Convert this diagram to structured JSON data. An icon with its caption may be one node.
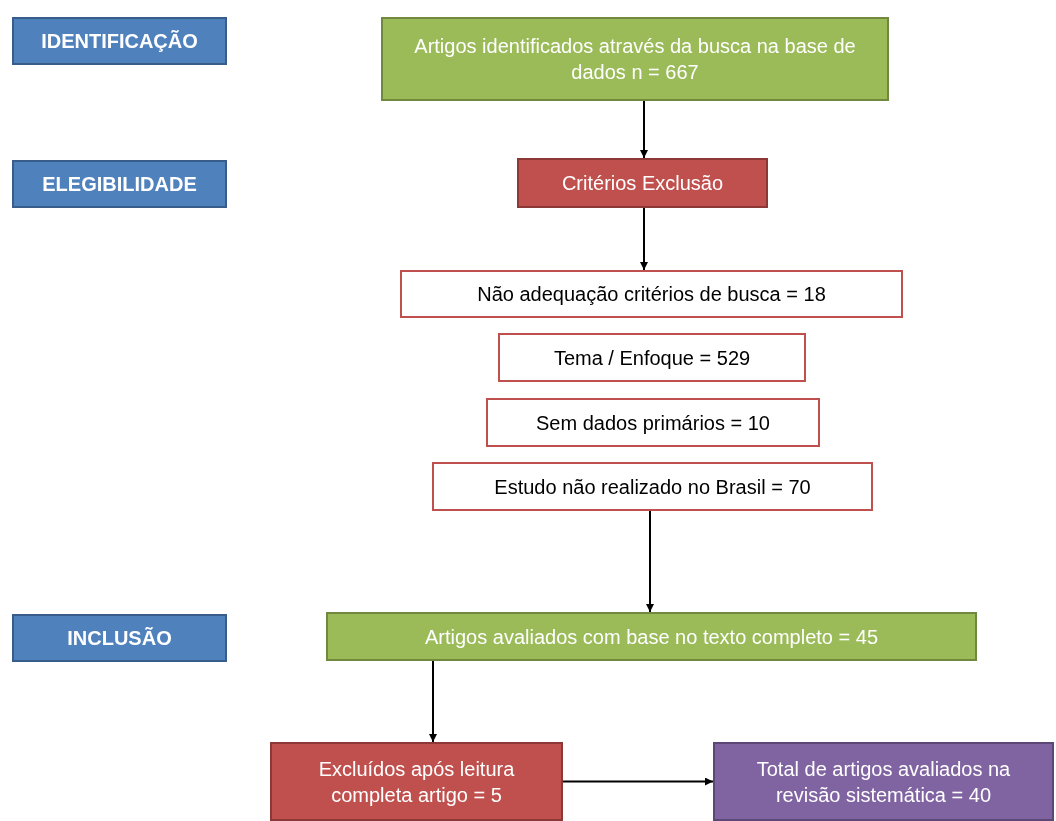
{
  "diagram": {
    "nodes": [
      {
        "text": [
          "IDENTIFICAÇÃO"
        ]
      },
      {
        "text": [
          "Artigos identificados através da busca na base de dados n = 667"
        ]
      },
      {
        "text": [
          "ELEGIBILIDADE"
        ]
      },
      {
        "text": [
          "Critérios Exclusão"
        ]
      },
      {
        "text": [
          "Não adequação critérios de busca  = 18"
        ]
      },
      {
        "text": [
          "Tema / Enfoque = 529"
        ]
      },
      {
        "text": [
          "Sem dados primários = 10"
        ]
      },
      {
        "text": [
          "Estudo não realizado no Brasil = 70"
        ]
      },
      {
        "text": [
          "INCLUSÃO"
        ]
      },
      {
        "text": [
          "Artigos avaliados com base no texto completo = 45"
        ]
      },
      {
        "text": [
          "Excluídos após leitura completa artigo = 5"
        ]
      },
      {
        "text": [
          "Total de artigos avaliados na revisão sistemática = 40"
        ]
      }
    ],
    "edges": [
      {
        "from": 1,
        "to": 3,
        "arrow": "to"
      },
      {
        "from": 3,
        "to": 4,
        "arrow": "to"
      },
      {
        "from": 7,
        "to": 9,
        "arrow": "to"
      },
      {
        "from": 9,
        "to": 10,
        "arrow": "to"
      },
      {
        "from": 10,
        "to": 11,
        "arrow": "to"
      }
    ]
  }
}
